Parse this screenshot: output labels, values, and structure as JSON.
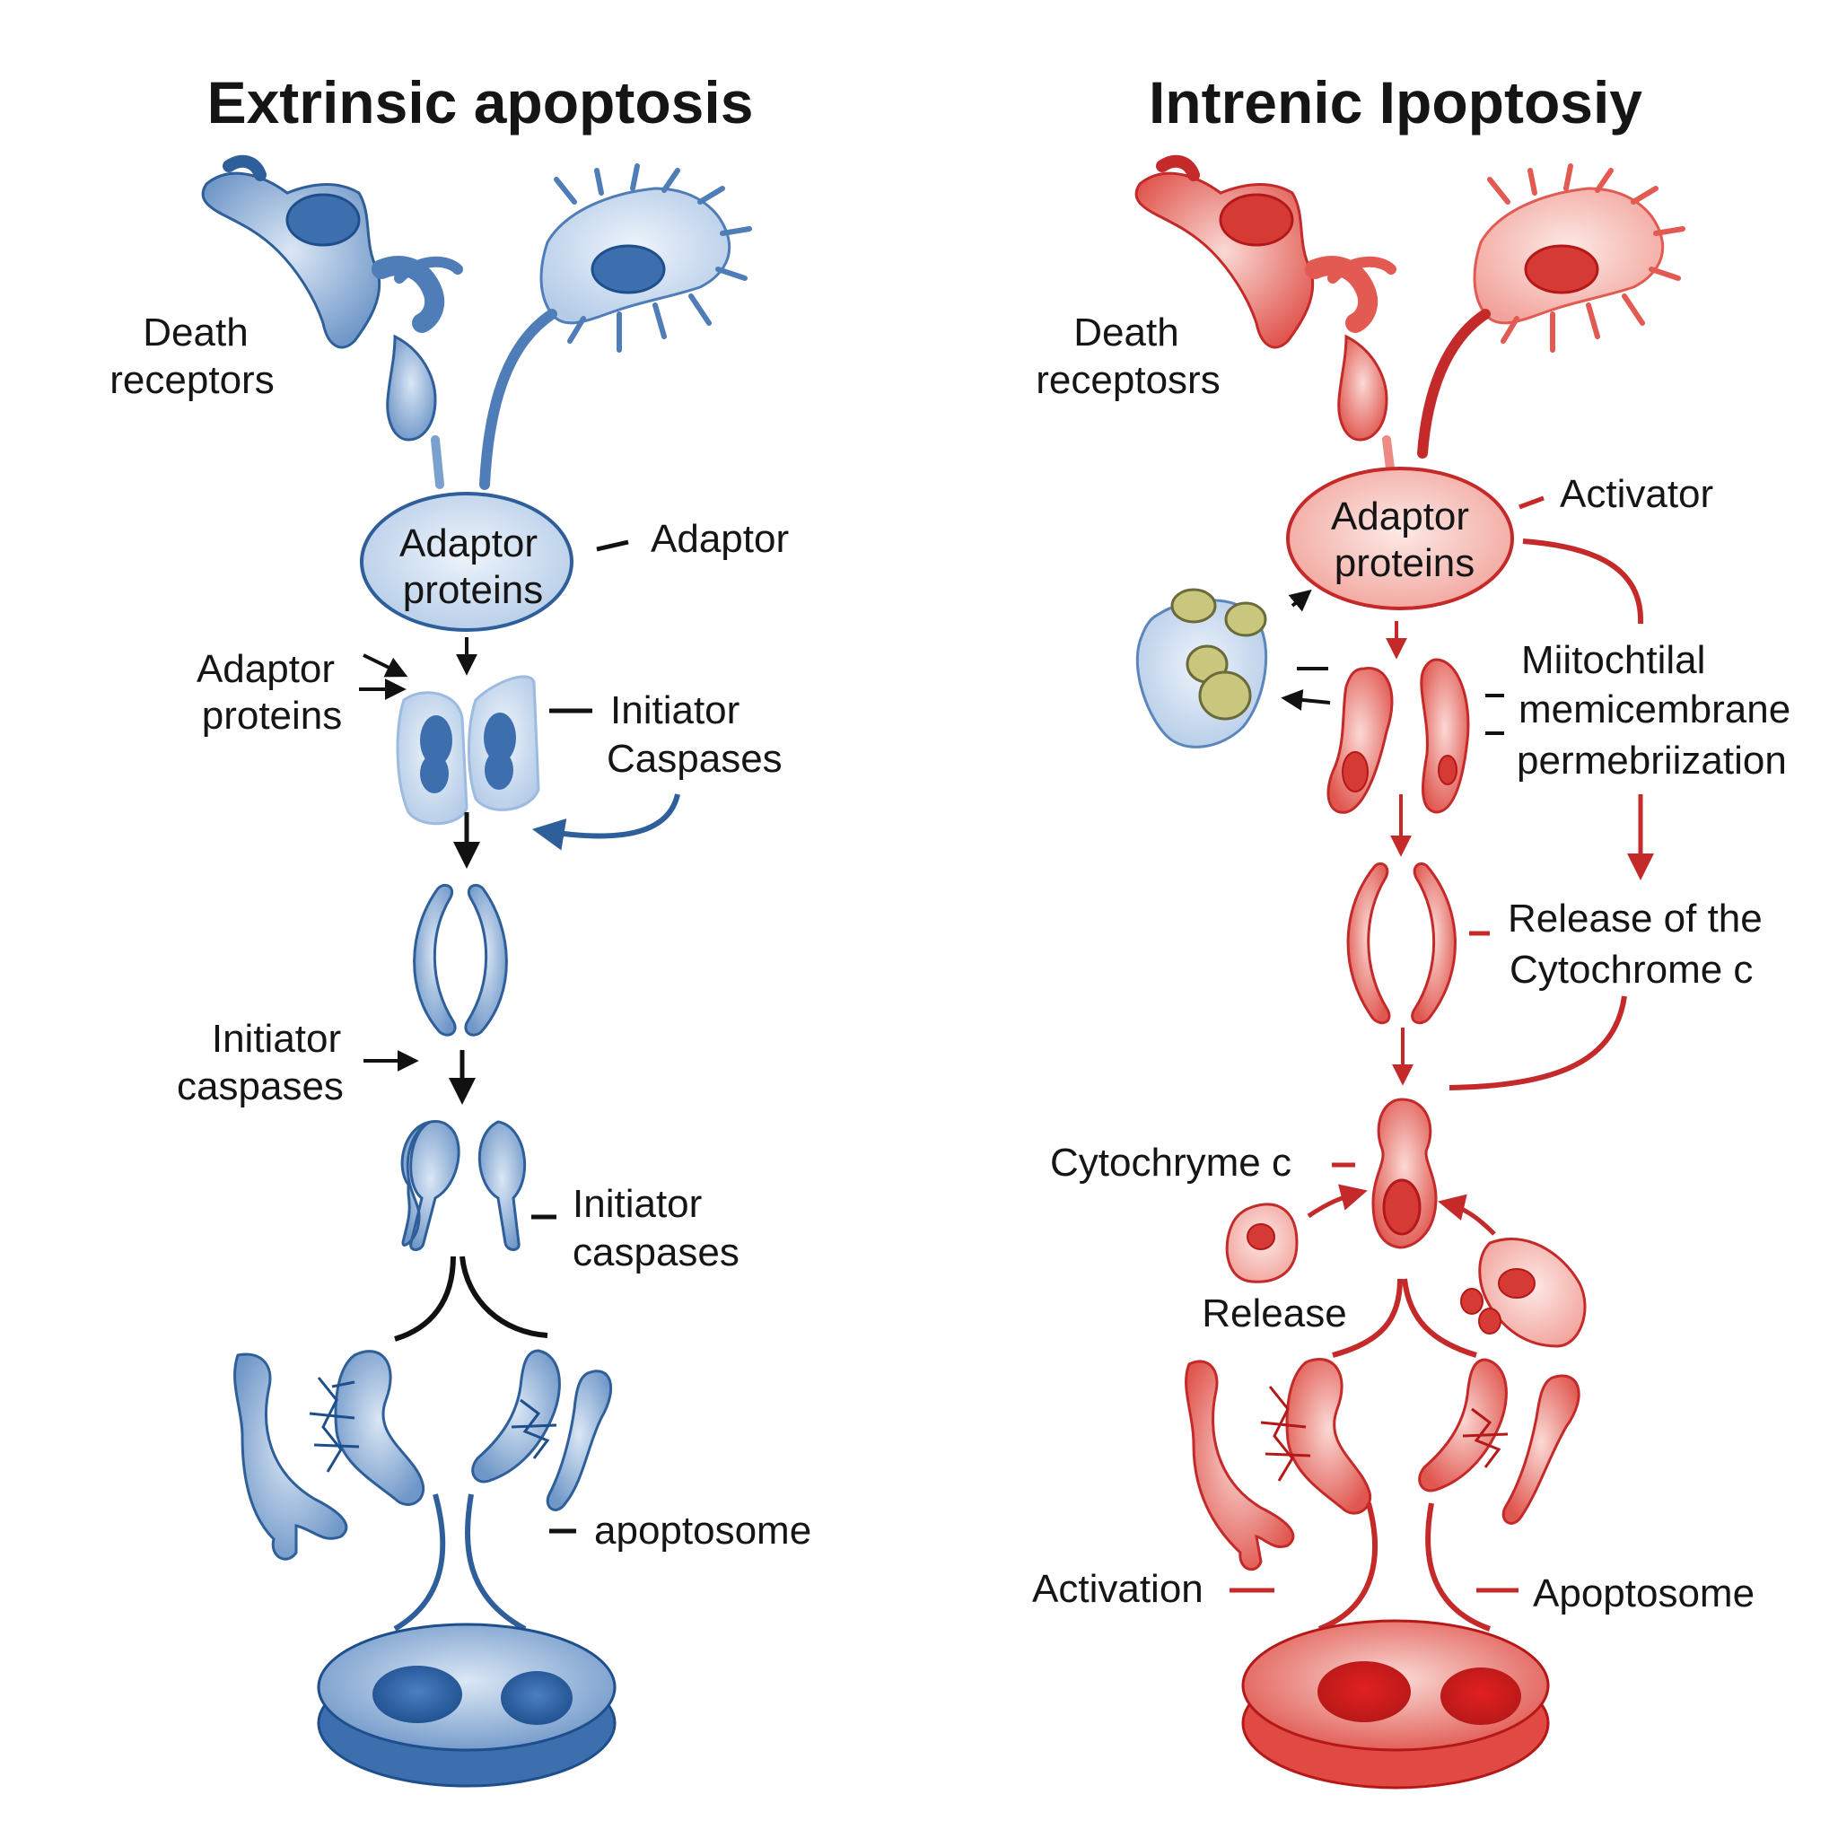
{
  "colors": {
    "blue_dark": "#2f5f9a",
    "blue_mid": "#5a86bd",
    "blue_light": "#c9dbef",
    "red_dark": "#c42a2a",
    "red_mid": "#e25a52",
    "red_light": "#f7c3bd",
    "arrow_black": "#111111",
    "vesicle_green": "#c9c77d"
  },
  "extrinsic": {
    "title": "Extrinsic apoptosis",
    "death_receptors": [
      "Death",
      "receptors"
    ],
    "adaptor_inside": [
      "Adaptor",
      "proteins"
    ],
    "adaptor_side": "Adaptor",
    "adaptor_proteins_left": [
      "Adaptor",
      "proteins"
    ],
    "initiator_caspases_right": [
      "Initiator",
      "Caspases"
    ],
    "initiator_caspases_left": [
      "Initiator",
      "caspases"
    ],
    "initiator_caspases_right2": [
      "Initiator",
      "caspases"
    ],
    "apoptosome": "apoptosome"
  },
  "intrinsic": {
    "title": "Intrenic Ipoptosiy",
    "death_receptors": [
      "Death",
      "receptosrs"
    ],
    "adaptor_inside": [
      "Adaptor",
      "proteins"
    ],
    "activator": "Activator",
    "mito_permeabilization": [
      "Miitochtilal",
      "memicembrane",
      "permebriization"
    ],
    "release_cytochrome": [
      "Release of the",
      "Cytochrome c"
    ],
    "cytochrome_c": "Cytochryme c",
    "release": "Release",
    "activation": "Activation",
    "apoptosome": "Apoptosome"
  }
}
